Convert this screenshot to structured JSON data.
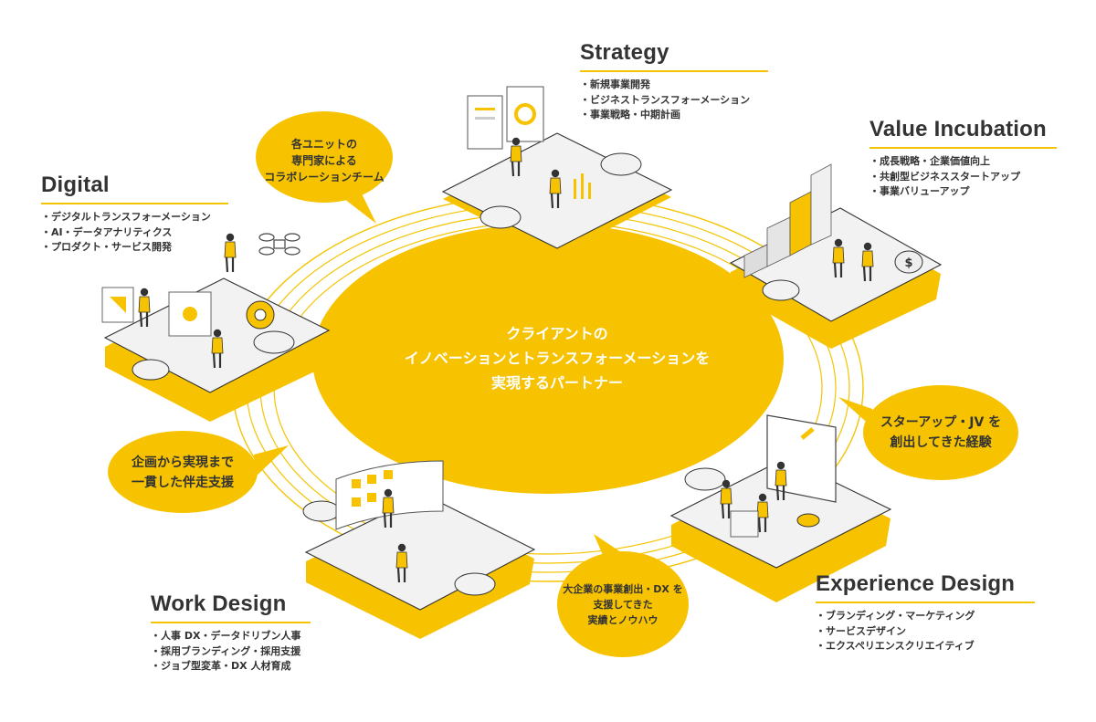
{
  "colors": {
    "accent": "#F7C300",
    "ring": "#F5C400",
    "piece_top": "#F2F2F2",
    "piece_side": "#F7C300",
    "text": "#333333"
  },
  "center": {
    "lines": [
      "クライアントの",
      "イノベーションとトランスフォーメーションを",
      "実現するパートナー"
    ]
  },
  "bubbles": [
    {
      "id": "collab",
      "lines": [
        "各ユニットの",
        "専門家による",
        "コラボレーションチーム"
      ]
    },
    {
      "id": "startup",
      "lines": [
        "スターアップ・JV を",
        "創出してきた経験"
      ]
    },
    {
      "id": "enterprise",
      "lines": [
        "大企業の事業創出・DX を",
        "支援してきた",
        "実績とノウハウ"
      ]
    },
    {
      "id": "planning",
      "lines": [
        "企画から実現まで",
        "一貫した伴走支援"
      ]
    }
  ],
  "sections": {
    "strategy": {
      "title": "Strategy",
      "items": [
        "新規事業開発",
        "ビジネストランスフォーメーション",
        "事業戦略・中期計画"
      ]
    },
    "value_incubation": {
      "title": "Value Incubation",
      "items": [
        "成長戦略・企業価値向上",
        "共創型ビジネススタートアップ",
        "事業バリューアップ"
      ]
    },
    "digital": {
      "title": "Digital",
      "items": [
        "デジタルトランスフォーメーション",
        "AI・データアナリティクス",
        "プロダクト・サービス開発"
      ]
    },
    "experience_design": {
      "title": "Experience Design",
      "items": [
        "ブランディング・マーケティング",
        "サービスデザイン",
        "エクスペリエンスクリエイティブ"
      ]
    },
    "work_design": {
      "title": "Work Design",
      "items": [
        "人事 DX・データドリブン人事",
        "採用ブランディング・採用支援",
        "ジョブ型変革・DX 人材育成"
      ]
    }
  },
  "icons": [
    "drone-icon",
    "gear-icon",
    "coin-icon",
    "bar-chart-icon"
  ]
}
